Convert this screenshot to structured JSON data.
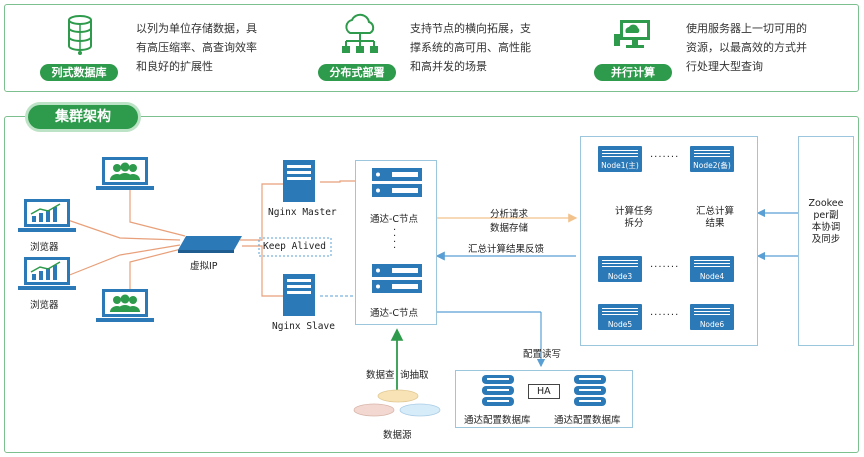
{
  "features": [
    {
      "label": "列式数据库",
      "icon": "database-icon",
      "desc": [
        "以列为单位存储数据，具",
        "有高压缩率、高查询效率",
        "和良好的扩展性"
      ]
    },
    {
      "label": "分布式部署",
      "icon": "cloud-network-icon",
      "desc": [
        "支持节点的横向拓展，支",
        "撑系统的高可用、高性能",
        "和高并发的场景"
      ]
    },
    {
      "label": "并行计算",
      "icon": "parallel-compute-icon",
      "desc": [
        "使用服务器上一切可用的",
        "资源，以最高效的方式并",
        "行处理大型查询"
      ]
    }
  ],
  "cluster": {
    "title": "集群架构",
    "browser1": "浏览器",
    "browser2": "浏览器",
    "virtual_ip": "虚拟IP",
    "nginx_master": "Nginx Master",
    "nginx_slave": "Nginx Slave",
    "keep_alived": "Keep Alived",
    "node_top": "通达-C节点",
    "node_bottom": "通达-C节点",
    "arrow_analysis_1": "分析请求",
    "arrow_analysis_2": "数据存储",
    "arrow_feedback": "汇总计算结果反馈",
    "compute_nodes": [
      "Node1(主)",
      "Node2(备)",
      "Node3",
      "Node4",
      "Node5",
      "Node6"
    ],
    "task_split_1": "计算任务",
    "task_split_2": "拆分",
    "summary_1": "汇总计算",
    "summary_2": "结果",
    "zookeeper": [
      "Zookee",
      "per副",
      "本协调",
      "及同步"
    ],
    "config_rw": "配置读写",
    "datasource_label_1": "数据查",
    "datasource_label_2": "询抽取",
    "datasource": "数据源",
    "ha": "HA",
    "config_db_1": "通达配置数据库",
    "config_db_2": "通达配置数据库"
  },
  "colors": {
    "green": "#2e9a4b",
    "blue": "#2c79b8",
    "orange": "#e8a07a",
    "light_blue": "#5a9fd4"
  }
}
